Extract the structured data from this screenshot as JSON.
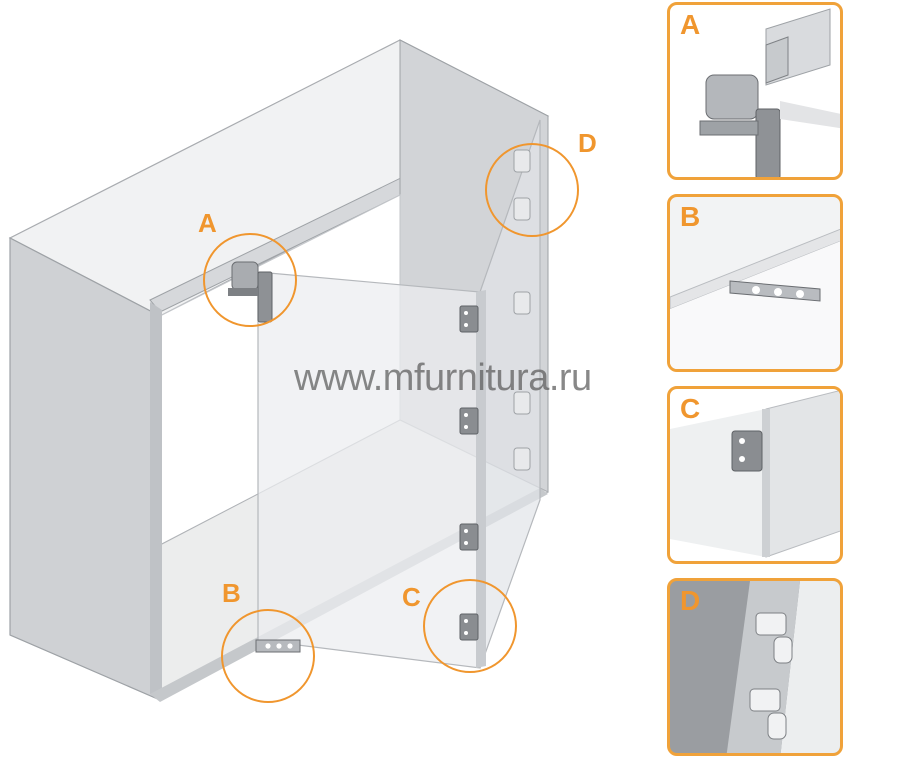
{
  "accent_color": "#f0962e",
  "watermark": "www.mfurnitura.ru",
  "callouts": {
    "a": "A",
    "b": "B",
    "c": "C",
    "d": "D"
  },
  "detail_panels": [
    {
      "letter": "A",
      "icon": "roller-carriage-detail"
    },
    {
      "letter": "B",
      "icon": "bottom-guide-bracket-detail"
    },
    {
      "letter": "C",
      "icon": "door-hinge-detail"
    },
    {
      "letter": "D",
      "icon": "hinge-pair-detail"
    }
  ]
}
